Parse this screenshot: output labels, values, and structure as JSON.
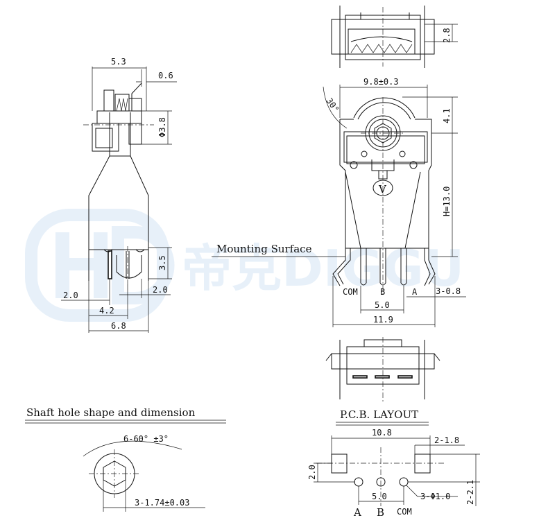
{
  "watermark": {
    "logo_letters": "HD",
    "text": "帝克DIGGU"
  },
  "side_view": {
    "width": "5.3",
    "tab": "0.6",
    "shaft_dia": "Φ3.8",
    "pin_len": "3.5",
    "pin_off_left": "2.0",
    "pin_off_right": "2.0",
    "pin_span": "4.2",
    "total_width": "6.8"
  },
  "front_view": {
    "mounting_label": "Mounting Surface",
    "body_width": "9.8±0.3",
    "top_height": "2.8",
    "angle": "30°",
    "shaft_height": "4.1",
    "height": "H=13.0",
    "logo": "V",
    "pin_labels": [
      "COM",
      "B",
      "A"
    ],
    "pin_pitch": "5.0",
    "pin_thick": "3-0.8",
    "total_width": "11.9"
  },
  "shaft_hole": {
    "title": "Shaft hole shape and dimension",
    "angle": "6-60° ±3°",
    "size": "3-1.74±0.03"
  },
  "pcb": {
    "title": "P.C.B. LAYOUT",
    "width": "10.8",
    "pad_w": "2-1.8",
    "pad_h": "2.0",
    "pad_gap": "2-2.1",
    "pitch": "5.0",
    "hole": "3-Φ1.0",
    "pin_labels": [
      "A",
      "B",
      "COM"
    ]
  }
}
